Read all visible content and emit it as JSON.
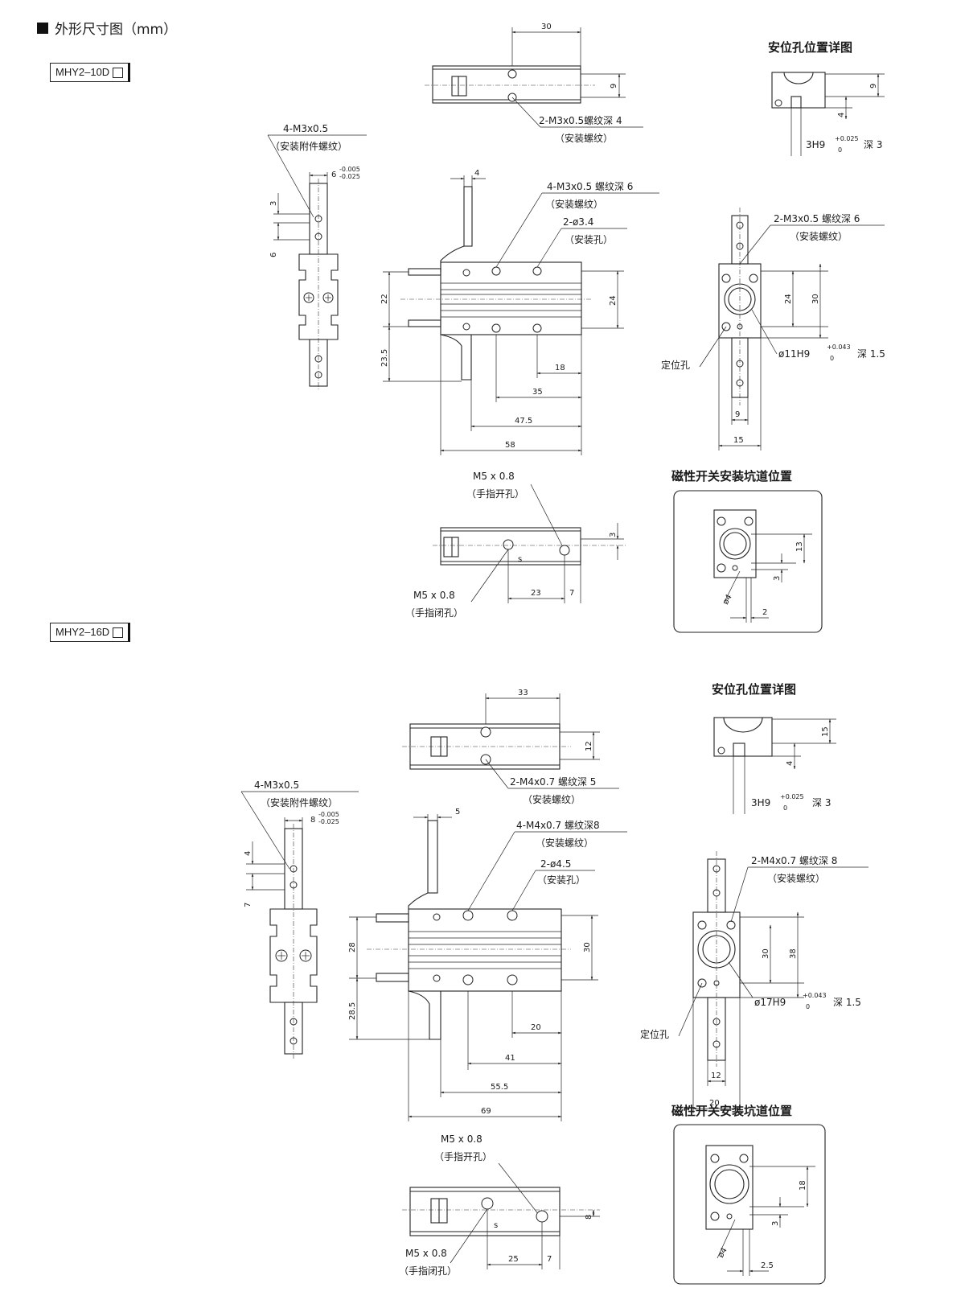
{
  "header": {
    "title": "外形尺寸图（mm）"
  },
  "models": [
    {
      "name": "MHY2–10D",
      "top_view": {
        "dims": [
          "30",
          "9"
        ],
        "callout": "2-M3x0.5螺纹深 4",
        "callout_sub": "（安装螺纹）"
      },
      "detail": {
        "title": "安位孔位置详图",
        "dims": [
          "9",
          "4"
        ],
        "fit": "3H9",
        "fit_tol_upper": "+0.025",
        "fit_tol_lower": "0",
        "fit_depth": "深 3"
      },
      "side_view": {
        "callout": "4-M3x0.5",
        "callout_sub": "（安装附件螺纹）",
        "width": "6",
        "width_tol_upper": "-0.005",
        "width_tol_lower": "-0.025",
        "dims": [
          "3",
          "6"
        ]
      },
      "front_view": {
        "callout1": "4-M3x0.5 螺纹深 6",
        "callout1_sub": "（安装螺纹）",
        "callout2": "2-ø3.4",
        "callout2_sub": "（安装孔）",
        "thickness": "4",
        "dims_v": [
          "22",
          "23.5",
          "24"
        ],
        "dims_h": [
          "18",
          "35",
          "47.5",
          "58"
        ]
      },
      "end_view": {
        "callout": "2-M3x0.5 螺纹深 6",
        "callout_sub": "（安装螺纹）",
        "dims_v": [
          "24",
          "30"
        ],
        "bore": "ø11H9",
        "bore_tol_upper": "+0.043",
        "bore_tol_lower": "0",
        "bore_depth": "深 1.5",
        "locator": "定位孔",
        "dims_h": [
          "9",
          "15"
        ]
      },
      "port_view": {
        "open": "M5 x 0.8",
        "open_sub": "（手指开孔）",
        "close": "M5 x 0.8",
        "close_sub": "（手指闭孔）",
        "dims": [
          "3",
          "23",
          "7"
        ]
      },
      "switch": {
        "title": "磁性开关安装坑道位置",
        "dims": [
          "13",
          "3",
          "ø4",
          "2"
        ]
      }
    },
    {
      "name": "MHY2–16D",
      "top_view": {
        "dims": [
          "33",
          "12"
        ],
        "callout": "2-M4x0.7 螺纹深 5",
        "callout_sub": "（安装螺纹）"
      },
      "detail": {
        "title": "安位孔位置详图",
        "dims": [
          "15",
          "4"
        ],
        "fit": "3H9",
        "fit_tol_upper": "+0.025",
        "fit_tol_lower": "0",
        "fit_depth": "深 3"
      },
      "side_view": {
        "callout": "4-M3x0.5",
        "callout_sub": "（安装附件螺纹）",
        "width": "8",
        "width_tol_upper": "-0.005",
        "width_tol_lower": "-0.025",
        "dims": [
          "4",
          "7"
        ]
      },
      "front_view": {
        "callout1": "4-M4x0.7 螺纹深8",
        "callout1_sub": "（安装螺纹）",
        "callout2": "2-ø4.5",
        "callout2_sub": "（安装孔）",
        "thickness": "5",
        "dims_v": [
          "28",
          "28.5",
          "30"
        ],
        "dims_h": [
          "20",
          "41",
          "55.5",
          "69"
        ]
      },
      "end_view": {
        "callout": "2-M4x0.7 螺纹深 8",
        "callout_sub": "（安装螺纹）",
        "dims_v": [
          "30",
          "38"
        ],
        "bore": "ø17H9",
        "bore_tol_upper": "+0.043",
        "bore_tol_lower": "0",
        "bore_depth": "深 1.5",
        "locator": "定位孔",
        "dims_h": [
          "12",
          "20"
        ]
      },
      "port_view": {
        "open": "M5 x 0.8",
        "open_sub": "（手指开孔）",
        "close": "M5 x 0.8",
        "close_sub": "（手指闭孔）",
        "dims": [
          "8",
          "25",
          "7"
        ]
      },
      "switch": {
        "title": "磁性开关安装坑道位置",
        "dims": [
          "18",
          "3",
          "ø4",
          "2.5"
        ]
      }
    }
  ]
}
